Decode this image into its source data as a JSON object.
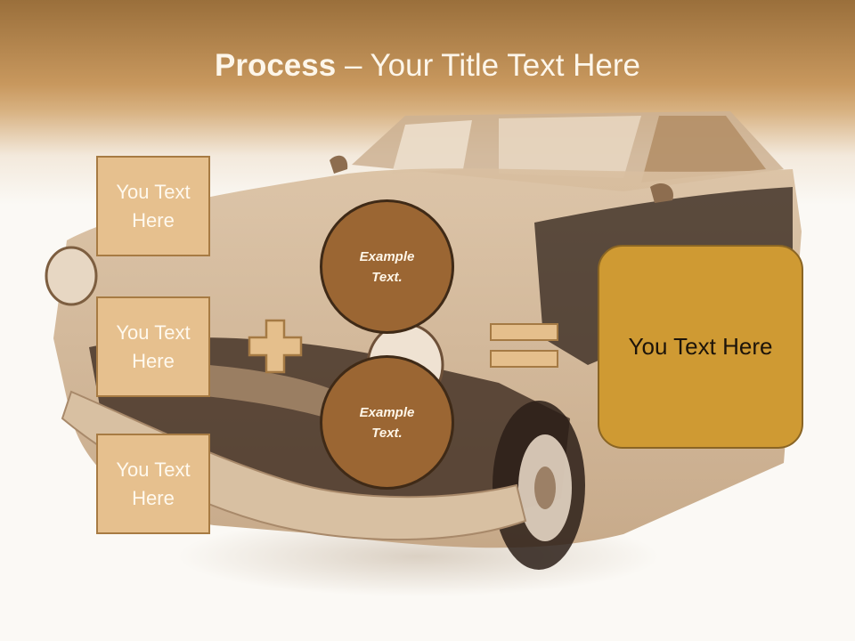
{
  "title": {
    "bold": "Process",
    "rest": " – Your Title Text Here"
  },
  "left_boxes": [
    {
      "label": "You Text Here"
    },
    {
      "label": "You Text Here"
    },
    {
      "label": "You Text Here"
    }
  ],
  "circles": [
    {
      "label": "Example Text."
    },
    {
      "label": "Example Text."
    }
  ],
  "result": {
    "label": "You Text Here"
  },
  "colors": {
    "header": "#c8985e",
    "box_fill": "#e6c08e",
    "circle_fill": "#9b6633",
    "result_fill": "#cf9a33"
  },
  "icons": {
    "plus": "plus-icon",
    "equals": "equals-icon",
    "background": "vintage-car-image"
  }
}
